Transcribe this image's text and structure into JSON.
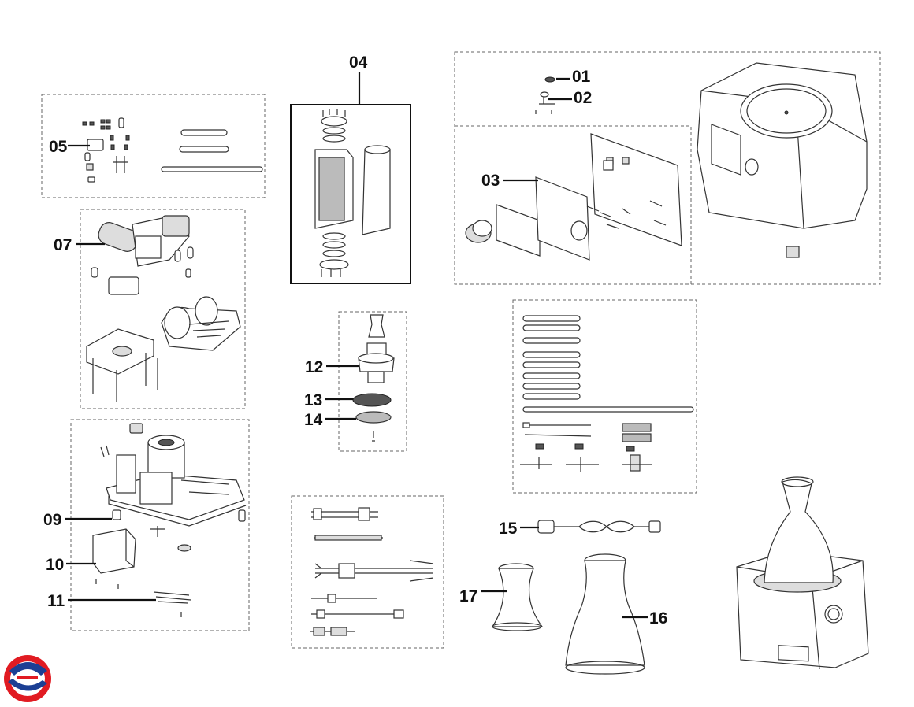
{
  "diagram": {
    "part_labels": [
      "01",
      "02",
      "03",
      "04",
      "05",
      "07",
      "09",
      "10",
      "11",
      "12",
      "13",
      "14",
      "15",
      "16",
      "17"
    ]
  },
  "colors": {
    "line": "#333333",
    "label": "#111111",
    "logo_red": "#e11b22",
    "logo_blue": "#1c3f94"
  }
}
